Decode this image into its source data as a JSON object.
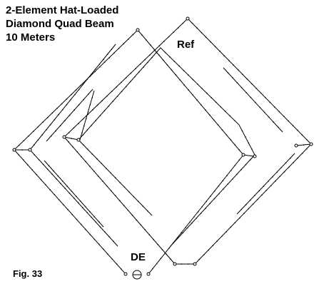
{
  "title": {
    "line1": "2-Element Hat-Loaded",
    "line2": "Diamond Quad Beam",
    "line3": "10 Meters"
  },
  "labels": {
    "reflector": "Ref",
    "driven_element": "DE",
    "figure": "Fig. 33"
  },
  "colors": {
    "background": "#ffffff",
    "wire": "#000000"
  }
}
